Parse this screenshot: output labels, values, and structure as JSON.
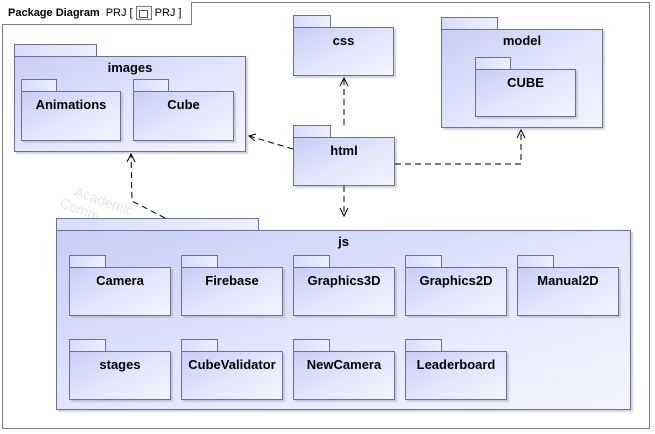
{
  "frame": {
    "kind": "Package Diagram",
    "model_prefix": "PRJ [",
    "model_name": "PRJ",
    "model_suffix": "]"
  },
  "watermark": {
    "line1": "Academic",
    "line2": "Comm"
  },
  "packages": {
    "images": "images",
    "animations": "Animations",
    "cube": "Cube",
    "css": "css",
    "model": "model",
    "model_cube": "CUBE",
    "html": "html",
    "js": "js",
    "camera": "Camera",
    "firebase": "Firebase",
    "graphics3d": "Graphics3D",
    "graphics2d": "Graphics2D",
    "manual2d": "Manual2D",
    "stages": "stages",
    "cubevalidator": "CubeValidator",
    "newcamera": "NewCamera",
    "leaderboard": "Leaderboard"
  },
  "colors": {
    "package_border": "#6b6f9a",
    "package_fill_start": "#c8cdf7",
    "package_fill_end": "#f4f5ff",
    "line": "#000000"
  }
}
